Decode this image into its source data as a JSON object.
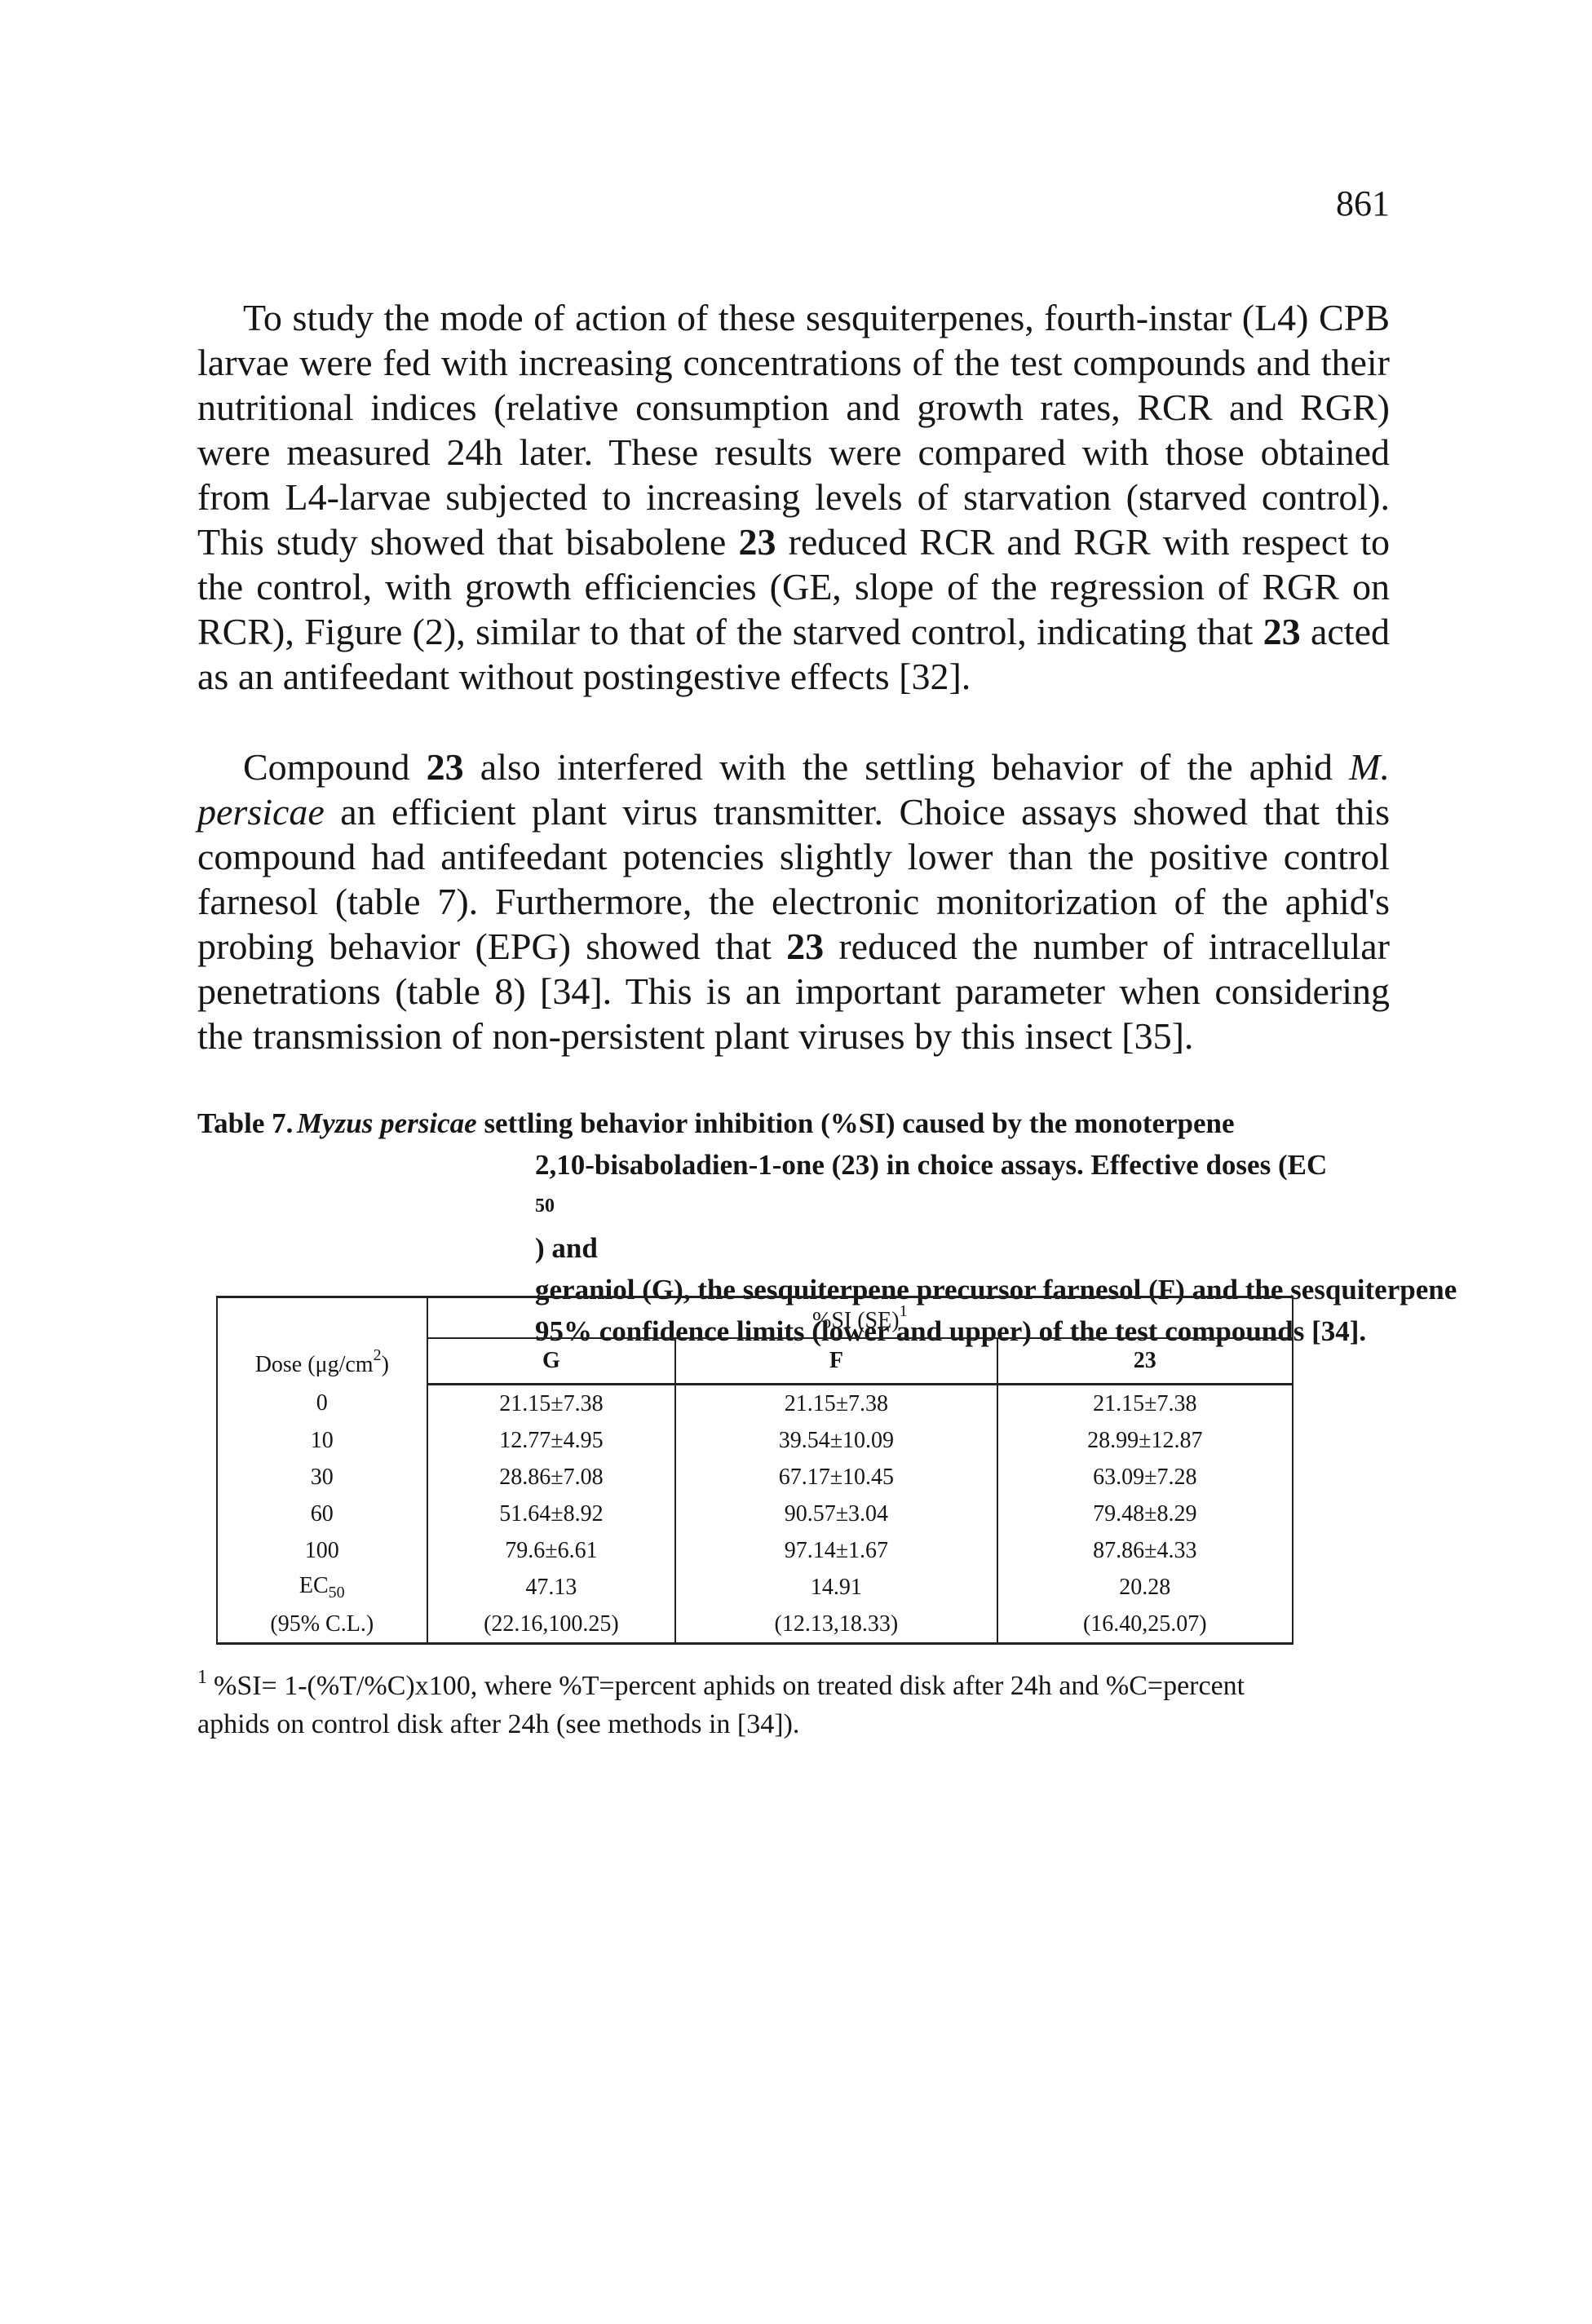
{
  "page_number": "861",
  "paragraph1": {
    "s1": "To study the mode of action of these sesquiterpenes, fourth-instar (L4) CPB larvae were fed with increasing concentrations of the test compounds and their nutritional indices (relative consumption and growth rates, RCR and RGR) were measured 24h later. These results were compared with those obtained from L4-larvae subjected to increasing levels of starvation (starved control). This study showed that bisabolene ",
    "c1": "23",
    "s2": " reduced RCR and RGR with respect to the control, with growth efficiencies (GE, slope of the regression of RGR on RCR), Figure (2), similar to that of the starved control, indicating that ",
    "c2": "23",
    "s3": " acted as an antifeedant without postingestive effects [32]."
  },
  "paragraph2": {
    "s1": "Compound ",
    "c1": "23",
    "s2": " also interfered with the settling behavior of the aphid ",
    "species": "M. persicae",
    "s3": " an efficient plant virus transmitter. Choice assays showed that this compound had antifeedant potencies slightly lower than the positive control farnesol (table 7). Furthermore, the electronic monitorization of the aphid's probing behavior (EPG) showed that ",
    "c2": "23",
    "s4": " reduced the number of intracellular penetrations (table 8) [34]. This is an important parameter when considering the transmission of non-persistent plant viruses by this insect [35]."
  },
  "caption": {
    "label": "Table 7.",
    "species": "Myzus persicae",
    "line1_rest": " settling behavior inhibition (%SI) caused by the monoterpene",
    "line2a": "2,10-bisaboladien-1-one (23) in choice assays. Effective doses (EC",
    "line2_sub": "50",
    "line2b": ") and",
    "line3": "geraniol (G), the sesquiterpene precursor farnesol (F) and the sesquiterpene",
    "line4": "95% confidence limits (lower and upper) of the test compounds [34]."
  },
  "table": {
    "group_header": "%SI (SE)",
    "group_header_note": "1",
    "dose_header": "Dose (μg/cm",
    "dose_header_sup": "2",
    "dose_header_close": ")",
    "columns": [
      "G",
      "F",
      "23"
    ],
    "rows": [
      {
        "dose": "0",
        "G": "21.15±7.38",
        "F": "21.15±7.38",
        "c23": "21.15±7.38"
      },
      {
        "dose": "10",
        "G": "12.77±4.95",
        "F": "39.54±10.09",
        "c23": "28.99±12.87"
      },
      {
        "dose": "30",
        "G": "28.86±7.08",
        "F": "67.17±10.45",
        "c23": "63.09±7.28"
      },
      {
        "dose": "60",
        "G": "51.64±8.92",
        "F": "90.57±3.04",
        "c23": "79.48±8.29"
      },
      {
        "dose": "100",
        "G": "79.6±6.61",
        "F": "97.14±1.67",
        "c23": "87.86±4.33"
      }
    ],
    "ec50_label": "EC",
    "ec50_sub": "50",
    "ec50": {
      "G": "47.13",
      "F": "14.91",
      "c23": "20.28"
    },
    "cl_label": "(95% C.L.)",
    "cl": {
      "G": "(22.16,100.25)",
      "F": "(12.13,18.33)",
      "c23": "(16.40,25.07)"
    }
  },
  "footnote": {
    "mark": "1",
    "text": "%SI= 1-(%T/%C)x100, where %T=percent aphids on treated disk after 24h and %C=percent aphids on control disk after 24h (see methods in [34])."
  }
}
